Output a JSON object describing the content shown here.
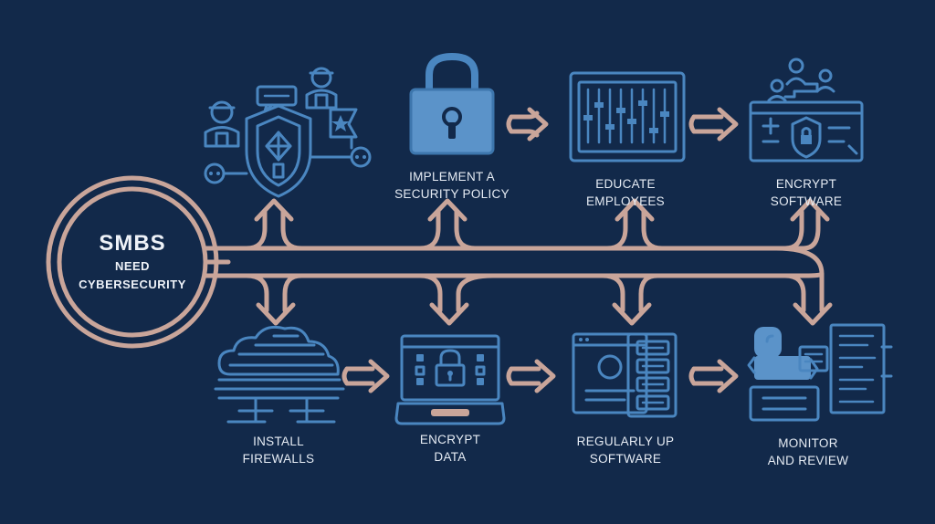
{
  "hub": {
    "line1": "SMBS",
    "line2": "NEED",
    "line3": "CYBERSECURITY"
  },
  "top_steps": [
    {
      "line1": "",
      "line2": ""
    },
    {
      "line1": "IMPLEMENT A",
      "line2": "SECURITY POLICY"
    },
    {
      "line1": "EDUCATE",
      "line2": "EMPLOYEES"
    },
    {
      "line1": "ENCRYPT",
      "line2": "SOFTWARE"
    }
  ],
  "bottom_steps": [
    {
      "line1": "INSTALL",
      "line2": "FIREWALLS"
    },
    {
      "line1": "ENCRYPT",
      "line2": "DATA"
    },
    {
      "line1": "REGULARLY UP",
      "line2": "SOFTWARE"
    },
    {
      "line1": "MONITOR",
      "line2": "AND REVIEW"
    }
  ],
  "colors": {
    "background": "#12294a",
    "connector": "#c9a59a",
    "icon_stroke": "#4a86c0",
    "icon_fill": "#5b93c9",
    "text": "#e6ecf4"
  },
  "icons": {
    "top": [
      "team-shield-icon",
      "padlock-icon",
      "equalizer-panel-icon",
      "encrypted-window-icon"
    ],
    "bottom": [
      "firewall-cloud-icon",
      "laptop-lock-icon",
      "update-window-icon",
      "monitor-review-icon"
    ]
  }
}
